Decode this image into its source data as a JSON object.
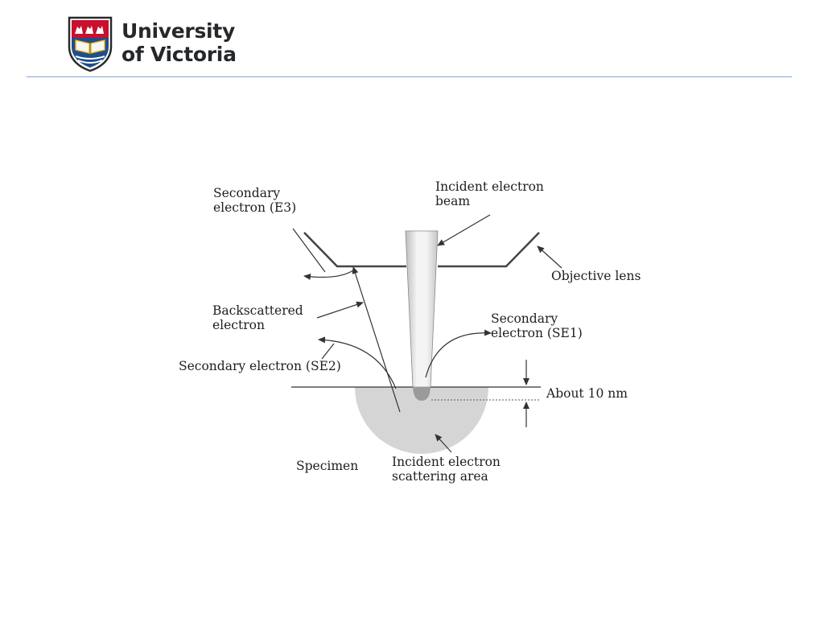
{
  "header": {
    "logo": {
      "line1": "University",
      "line2": "of Victoria",
      "shield_icon": "uvic-shield-crest-icon",
      "colors": {
        "text": "#25282b",
        "shield_red": "#c8102e",
        "shield_blue": "#1f4e8c",
        "shield_gold": "#f2b705"
      }
    },
    "rule_color": "#7fa6d4"
  },
  "diagram": {
    "labels": {
      "incident_beam": [
        "Incident electron",
        "beam"
      ],
      "secondary_e3": [
        "Secondary",
        "electron (E3)"
      ],
      "objective_lens": [
        "Objective lens"
      ],
      "backscattered": [
        "Backscattered",
        "electron"
      ],
      "secondary_se1": [
        "Secondary",
        "electron (SE1)"
      ],
      "secondary_se2": [
        "Secondary electron (SE2)"
      ],
      "about_10nm": [
        "About 10 nm"
      ],
      "specimen": [
        "Specimen"
      ],
      "scattering_area": [
        "Incident electron",
        "scattering area"
      ]
    },
    "colors": {
      "line": "#333333",
      "specimen_fill": "#d5d5d5",
      "beam_fill": "#e6e6e6",
      "spot_fill": "#9a9a9a"
    }
  }
}
